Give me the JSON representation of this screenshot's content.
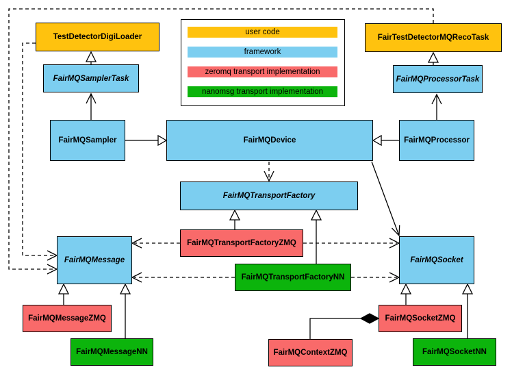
{
  "legend": {
    "items": [
      {
        "label": "user code",
        "color": "#FFC20E",
        "category": "user-code"
      },
      {
        "label": "framework",
        "color": "#7CCEF0",
        "category": "framework"
      },
      {
        "label": "zeromq transport implementation",
        "color": "#F96A6A",
        "category": "zeromq"
      },
      {
        "label": "nanomsg transport implementation",
        "color": "#0CB40C",
        "category": "nanomsg"
      }
    ]
  },
  "nodes": {
    "testDetectorDigiLoader": {
      "label": "TestDetectorDigiLoader",
      "category": "user-code",
      "abstract": false
    },
    "fairTestDetectorMQRecoTask": {
      "label": "FairTestDetectorMQRecoTask",
      "category": "user-code",
      "abstract": false
    },
    "samplerTask": {
      "label": "FairMQSamplerTask",
      "category": "framework",
      "abstract": true
    },
    "processorTask": {
      "label": "FairMQProcessorTask",
      "category": "framework",
      "abstract": true
    },
    "sampler": {
      "label": "FairMQSampler",
      "category": "framework",
      "abstract": false
    },
    "device": {
      "label": "FairMQDevice",
      "category": "framework",
      "abstract": false
    },
    "processor": {
      "label": "FairMQProcessor",
      "category": "framework",
      "abstract": false
    },
    "transportFactory": {
      "label": "FairMQTransportFactory",
      "category": "framework",
      "abstract": true
    },
    "transportFactoryZMQ": {
      "label": "FairMQTransportFactoryZMQ",
      "category": "zeromq",
      "abstract": false
    },
    "transportFactoryNN": {
      "label": "FairMQTransportFactoryNN",
      "category": "nanomsg",
      "abstract": false
    },
    "message": {
      "label": "FairMQMessage",
      "category": "framework",
      "abstract": true
    },
    "socket": {
      "label": "FairMQSocket",
      "category": "framework",
      "abstract": true
    },
    "messageZMQ": {
      "label": "FairMQMessageZMQ",
      "category": "zeromq",
      "abstract": false
    },
    "messageNN": {
      "label": "FairMQMessageNN",
      "category": "nanomsg",
      "abstract": false
    },
    "contextZMQ": {
      "label": "FairMQContextZMQ",
      "category": "zeromq",
      "abstract": false
    },
    "socketZMQ": {
      "label": "FairMQSocketZMQ",
      "category": "zeromq",
      "abstract": false
    },
    "socketNN": {
      "label": "FairMQSocketNN",
      "category": "nanomsg",
      "abstract": false
    }
  },
  "edges": [
    {
      "from": "FairMQSamplerTask",
      "to": "TestDetectorDigiLoader",
      "type": "generalization"
    },
    {
      "from": "FairMQProcessorTask",
      "to": "FairTestDetectorMQRecoTask",
      "type": "generalization"
    },
    {
      "from": "FairMQSampler",
      "to": "FairMQSamplerTask",
      "type": "association"
    },
    {
      "from": "FairMQProcessor",
      "to": "FairMQProcessorTask",
      "type": "association"
    },
    {
      "from": "FairMQSampler",
      "to": "FairMQDevice",
      "type": "generalization"
    },
    {
      "from": "FairMQProcessor",
      "to": "FairMQDevice",
      "type": "generalization"
    },
    {
      "from": "FairMQDevice",
      "to": "FairMQTransportFactory",
      "type": "dependency"
    },
    {
      "from": "FairMQDevice",
      "to": "FairMQSocket",
      "type": "association"
    },
    {
      "from": "FairMQTransportFactoryZMQ",
      "to": "FairMQTransportFactory",
      "type": "generalization"
    },
    {
      "from": "FairMQTransportFactoryNN",
      "to": "FairMQTransportFactory",
      "type": "generalization"
    },
    {
      "from": "FairMQTransportFactoryZMQ",
      "to": "FairMQMessage",
      "type": "dependency"
    },
    {
      "from": "FairMQTransportFactoryZMQ",
      "to": "FairMQSocket",
      "type": "dependency"
    },
    {
      "from": "FairMQTransportFactoryNN",
      "to": "FairMQMessage",
      "type": "dependency"
    },
    {
      "from": "FairMQTransportFactoryNN",
      "to": "FairMQSocket",
      "type": "dependency"
    },
    {
      "from": "TestDetectorDigiLoader",
      "to": "FairMQMessage",
      "type": "dependency"
    },
    {
      "from": "FairTestDetectorMQRecoTask",
      "to": "FairMQMessage",
      "type": "dependency"
    },
    {
      "from": "FairMQMessageZMQ",
      "to": "FairMQMessage",
      "type": "generalization"
    },
    {
      "from": "FairMQMessageNN",
      "to": "FairMQMessage",
      "type": "generalization"
    },
    {
      "from": "FairMQSocketZMQ",
      "to": "FairMQSocket",
      "type": "generalization"
    },
    {
      "from": "FairMQSocketNN",
      "to": "FairMQSocket",
      "type": "generalization"
    },
    {
      "from": "FairMQContextZMQ",
      "to": "FairMQSocketZMQ",
      "type": "composition"
    }
  ]
}
